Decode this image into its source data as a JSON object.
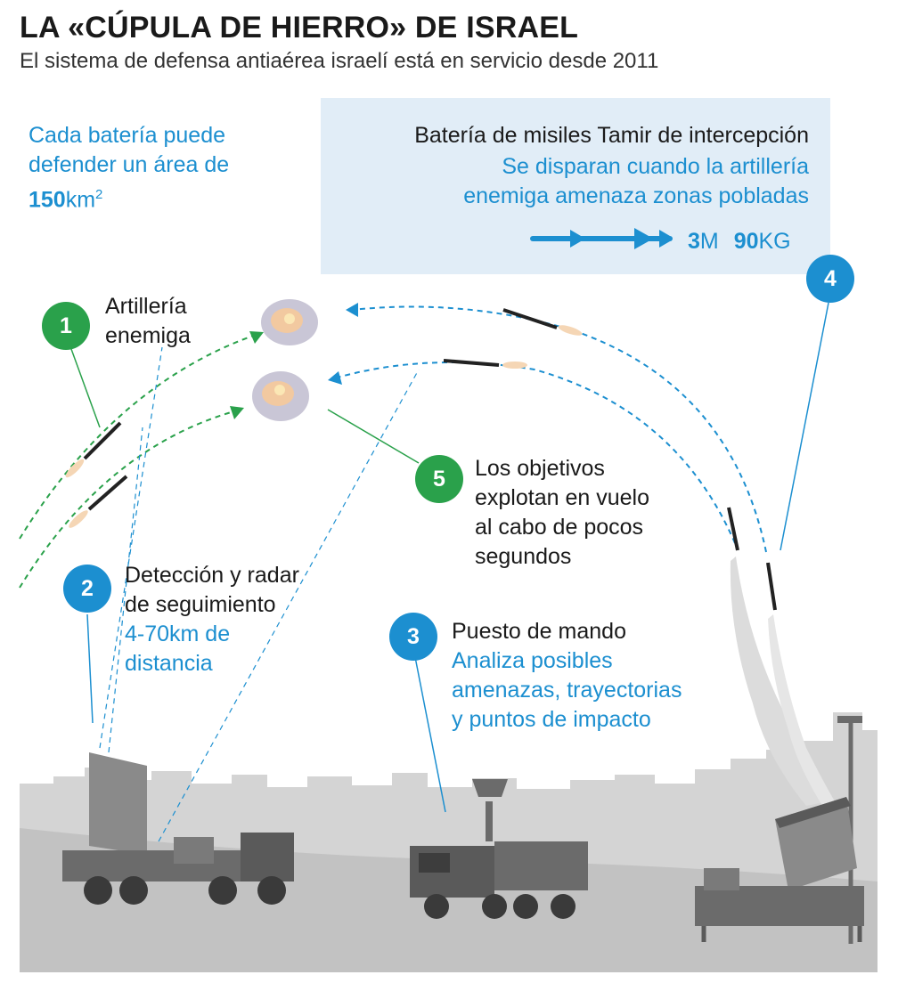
{
  "title": "LA «CÚPULA DE HIERRO» DE ISRAEL",
  "subtitle": "El sistema de defensa antiaérea israelí está en servicio desde 2011",
  "area_note": {
    "line1": "Cada batería puede",
    "line2": "defender un área de",
    "value": "150",
    "unit": "km",
    "unit_exp": "2"
  },
  "battery": {
    "title": "Batería de misiles Tamir de intercepción",
    "desc_line1": "Se disparan cuando la artillería",
    "desc_line2": "enemiga amenaza zonas pobladas",
    "length_value": "3",
    "length_unit": "M",
    "weight_value": "90",
    "weight_unit": "KG"
  },
  "steps": [
    {
      "number": "1",
      "line1": "Artillería",
      "line2": "enemiga"
    },
    {
      "number": "2",
      "title_line1": "Detección y radar",
      "title_line2": "de seguimiento",
      "desc_line1": "4-70km de",
      "desc_line2": "distancia"
    },
    {
      "number": "3",
      "title": "Puesto de mando",
      "desc_line1": "Analiza posibles",
      "desc_line2": "amenazas, trayectorias",
      "desc_line3": "y puntos de impacto"
    },
    {
      "number": "4"
    },
    {
      "number": "5",
      "line1": "Los objetivos",
      "line2": "explotan en vuelo",
      "line3": "al cabo de pocos",
      "line4": "segundos"
    }
  ],
  "colors": {
    "blue": "#1c8fd0",
    "green": "#2aa14b",
    "box": "#e1edf7",
    "ground": "#c9c9c9",
    "vehicle": "#6b6b6b"
  }
}
